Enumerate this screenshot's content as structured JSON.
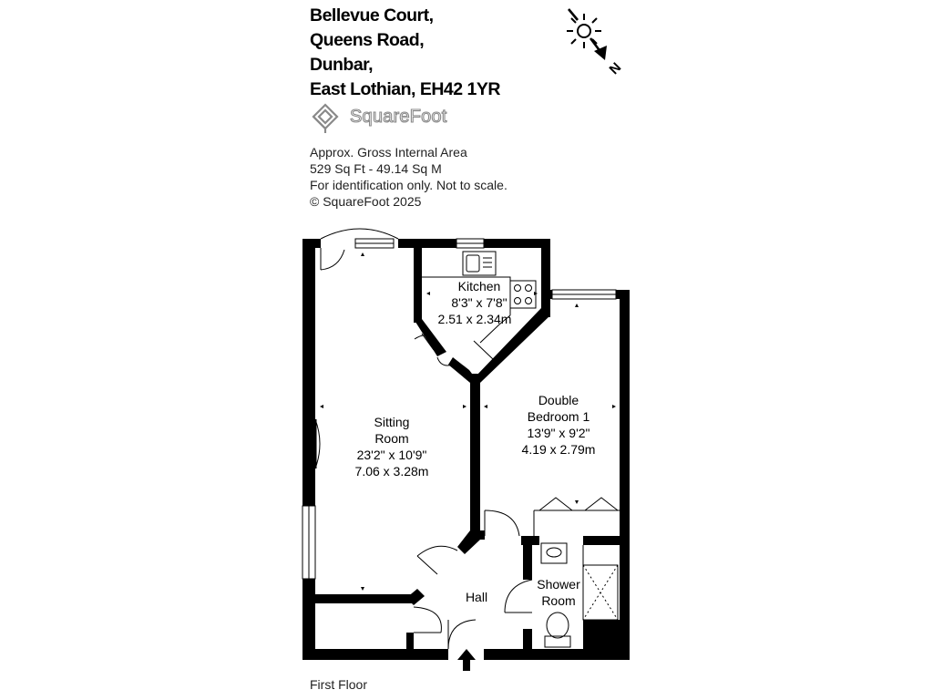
{
  "address": {
    "line1": "Bellevue Court,",
    "line2": "Queens Road,",
    "line3": "Dunbar,",
    "line4": "East Lothian, EH42 1YR"
  },
  "brand": {
    "logo_text": "SquareFoot"
  },
  "area_info": {
    "line1": "Approx. Gross Internal Area",
    "line2": "529 Sq Ft  -  49.14 Sq M",
    "line3": "For identification only. Not to scale.",
    "line4": "© SquareFoot 2025"
  },
  "compass": {
    "north_label": "N"
  },
  "rooms": {
    "kitchen": {
      "name": "Kitchen",
      "imperial": "8'3\" x 7'8\"",
      "metric": "2.51 x 2.34m"
    },
    "sitting_room": {
      "name_line1": "Sitting",
      "name_line2": "Room",
      "imperial": "23'2\" x 10'9\"",
      "metric": "7.06 x 3.28m"
    },
    "double_bedroom": {
      "name_line1": "Double",
      "name_line2": "Bedroom 1",
      "imperial": "13'9\" x 9'2\"",
      "metric": "4.19 x 2.79m"
    },
    "hall": {
      "name": "Hall"
    },
    "shower_room": {
      "name_line1": "Shower",
      "name_line2": "Room"
    }
  },
  "floor_label": "First Floor"
}
